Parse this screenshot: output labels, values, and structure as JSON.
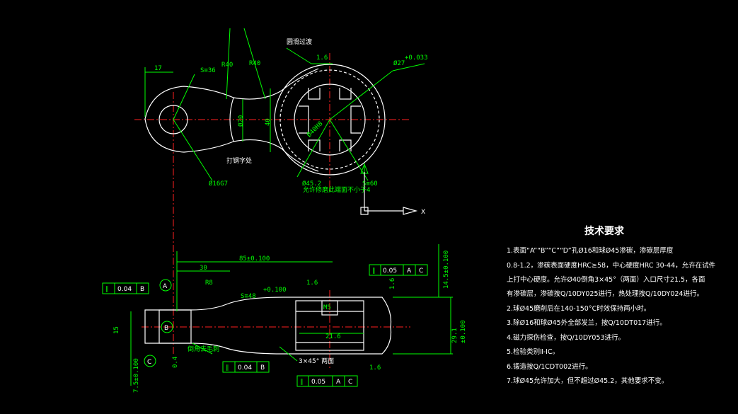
{
  "top_view": {
    "title_note": "圆滑过渡",
    "dims": {
      "d17": "17",
      "s36": "S≡36",
      "r40a": "R40",
      "r40b": "R40",
      "d20": "Ø20",
      "d40": "40",
      "d16g7": "Ø16G7",
      "d40h": "Ø40H8",
      "d27": "Ø27",
      "d27tol": "+0.033",
      "rough16": "1.6",
      "d452": "Ø45.2",
      "d452note": "允许修磨此端面不小于4",
      "s60": "S≡60",
      "mark_note": "打钢字处"
    },
    "ucs_label": "X"
  },
  "front_view": {
    "dims": {
      "len85": "85±0.100",
      "len30": "30",
      "r8": "R8",
      "s48": "S≡48",
      "s48tol": "+0.100",
      "rough16a": "1.6",
      "rough16b": "1.6",
      "rough16c": "1.6",
      "rough04": "0.4",
      "w216": "21.6",
      "h145": "14.5±0.100",
      "h29": "29.1",
      "h29tol": "±0.100",
      "h15": "15",
      "h75": "7.5±0.100",
      "chamfer": "3×45° 两面",
      "chamfer_note": "倒角去毛刺",
      "thread": "M5"
    },
    "datums": [
      "A",
      "B",
      "C"
    ],
    "tolerance_frames": [
      {
        "symbol": "∥",
        "value": "0.04",
        "datum": "B"
      },
      {
        "symbol": "∥",
        "value": "0.04",
        "datum": "B"
      },
      {
        "symbol": "∥",
        "value": "0.05",
        "datum": "A",
        "datum2": "C"
      },
      {
        "symbol": "∥",
        "value": "0.05",
        "datum": "A",
        "datum2": "C"
      }
    ]
  },
  "tech": {
    "title": "技术要求",
    "lines": [
      "1.表面“A”“B”“C”“D”孔Ø16和球Ø45渗碳，渗碳层厚度",
      "0.8-1.2，渗碳表面硬度HRC≥58，中心硬度HRC 30-44，允许在试件",
      "上打中心硬度。允许Ø40倒角3×45°（两面）入口尺寸21.5，各面",
      "有渗碳层，渗碳按Q/10DY025进行，热处理按Q/10DY024进行。",
      "2.球Ø45磨削后在140-150°C时效保持两小时。",
      "3.除Ø16和球Ø45外全部发兰，按Q/10DT017进行。",
      "4.磁力探伤检查，按Q/10DY053进行。",
      "5.检验类别Ⅱ-ⅠC。",
      "6.锻造按Q/1CDT002进行。",
      "7.球Ø45允许加大，但不超过Ø45.2，其他要求不变。"
    ]
  },
  "colors": {
    "background": "#000000",
    "dim": "#00ff00",
    "outline": "#ffffff",
    "center": "#ff2020",
    "hatch": "#00ffff"
  }
}
